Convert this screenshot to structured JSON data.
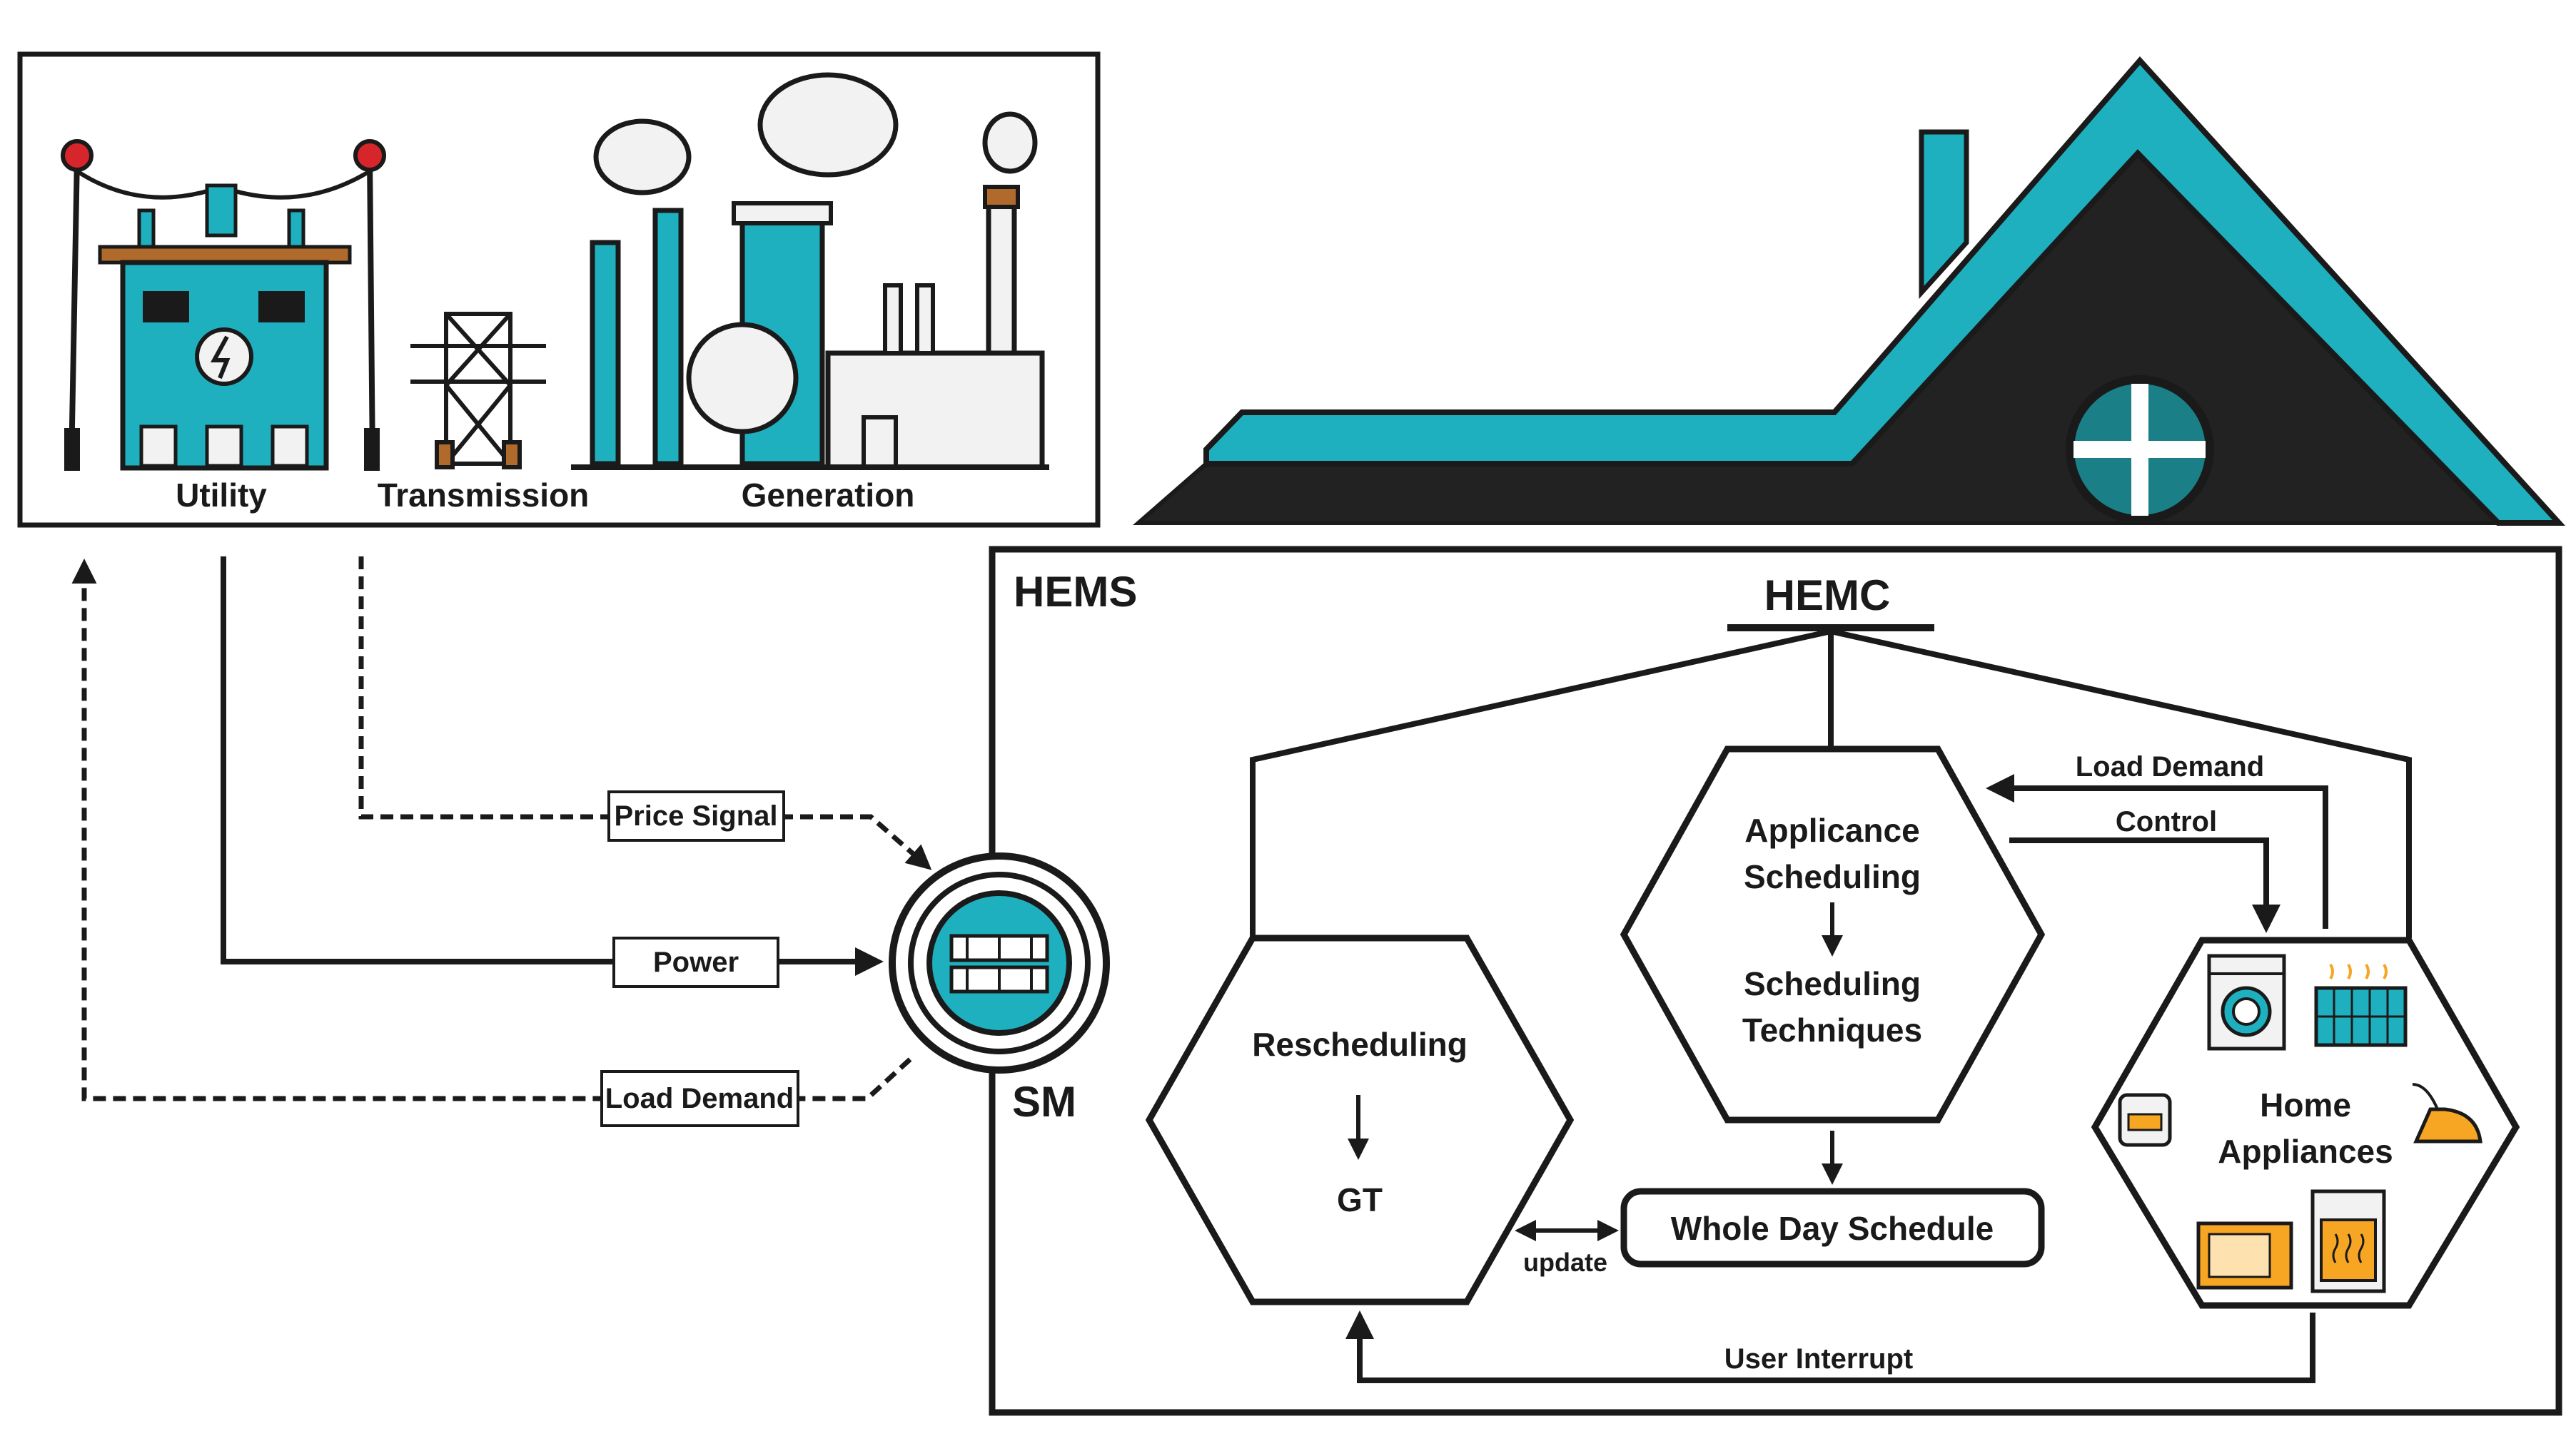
{
  "grid": {
    "utility_label": "Utility",
    "transmission_label": "Transmission",
    "generation_label": "Generation"
  },
  "flows": {
    "price_signal": "Price Signal",
    "power": "Power",
    "load_demand": "Load Demand"
  },
  "smart_meter": {
    "label": "SM"
  },
  "hems": {
    "label": "HEMS",
    "controller_label": "HEMC",
    "scheduling": {
      "line1": "Applicance",
      "line2": "Scheduling",
      "line3": "Scheduling",
      "line4": "Techniques"
    },
    "rescheduling": {
      "line1": "Rescheduling",
      "line2": "GT"
    },
    "appliances": {
      "line1": "Home",
      "line2": "Appliances"
    },
    "schedule_box": "Whole Day Schedule",
    "update_label": "update",
    "load_demand_label": "Load Demand",
    "control_label": "Control",
    "user_interrupt_label": "User Interrupt"
  },
  "colors": {
    "teal": "#1fb0c0",
    "dark": "#1a1a1a",
    "orange": "#f6a623",
    "red": "#d7262b"
  }
}
